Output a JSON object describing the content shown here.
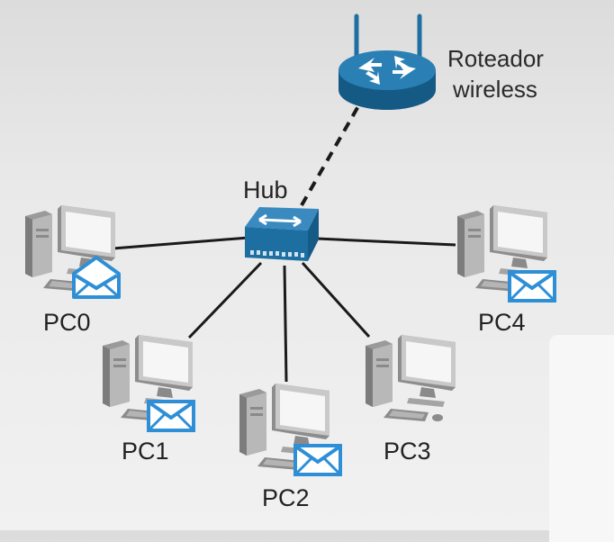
{
  "diagram": {
    "router": {
      "label_line1": "Roteador",
      "label_line2": "wireless",
      "icon": "wireless-router-icon",
      "color": "#1f6fa0"
    },
    "hub": {
      "label": "Hub",
      "icon": "hub-icon",
      "color": "#1f6fa0"
    },
    "computers": [
      {
        "label": "PC0",
        "icon": "desktop-computer-icon",
        "message_icon": "open-envelope-icon"
      },
      {
        "label": "PC1",
        "icon": "desktop-computer-icon",
        "message_icon": "envelope-icon"
      },
      {
        "label": "PC2",
        "icon": "desktop-computer-icon",
        "message_icon": "envelope-icon"
      },
      {
        "label": "PC3",
        "icon": "desktop-computer-icon"
      },
      {
        "label": "PC4",
        "icon": "desktop-computer-icon",
        "message_icon": "envelope-icon"
      }
    ],
    "connections": [
      {
        "from": "Hub",
        "to": "Roteador wireless",
        "style": "dashed"
      },
      {
        "from": "Hub",
        "to": "PC0",
        "style": "solid"
      },
      {
        "from": "Hub",
        "to": "PC1",
        "style": "solid"
      },
      {
        "from": "Hub",
        "to": "PC2",
        "style": "solid"
      },
      {
        "from": "Hub",
        "to": "PC3",
        "style": "solid"
      },
      {
        "from": "Hub",
        "to": "PC4",
        "style": "solid"
      }
    ],
    "colors": {
      "device_blue": "#1f6fa0",
      "envelope_blue": "#2e8fd6",
      "link": "#1a1a1a"
    }
  }
}
